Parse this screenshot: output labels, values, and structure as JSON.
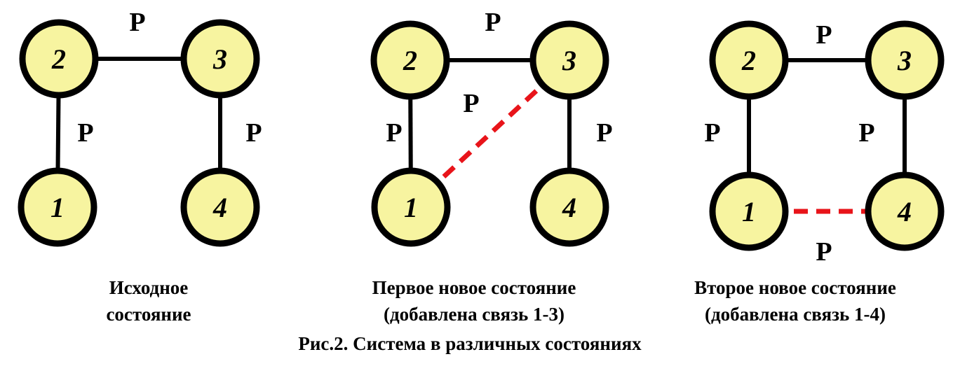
{
  "diagrams": [
    {
      "nodes": [
        "1",
        "2",
        "3",
        "4"
      ],
      "edges": [
        {
          "from": "2",
          "to": "3",
          "type": "solid",
          "label": "P"
        },
        {
          "from": "2",
          "to": "1",
          "type": "solid",
          "label": "P"
        },
        {
          "from": "3",
          "to": "4",
          "type": "solid",
          "label": "P"
        }
      ],
      "caption_lines": [
        "Исходное",
        "состояние"
      ]
    },
    {
      "nodes": [
        "1",
        "2",
        "3",
        "4"
      ],
      "edges": [
        {
          "from": "2",
          "to": "3",
          "type": "solid",
          "label": "P"
        },
        {
          "from": "2",
          "to": "1",
          "type": "solid",
          "label": "P"
        },
        {
          "from": "3",
          "to": "4",
          "type": "solid",
          "label": "P"
        },
        {
          "from": "1",
          "to": "3",
          "type": "dashed",
          "label": "P"
        }
      ],
      "caption_lines": [
        "Первое новое состояние",
        "(добавлена связь 1-3)"
      ]
    },
    {
      "nodes": [
        "1",
        "2",
        "3",
        "4"
      ],
      "edges": [
        {
          "from": "2",
          "to": "3",
          "type": "solid",
          "label": "P"
        },
        {
          "from": "2",
          "to": "1",
          "type": "solid",
          "label": "P"
        },
        {
          "from": "3",
          "to": "4",
          "type": "solid",
          "label": "P"
        },
        {
          "from": "1",
          "to": "4",
          "type": "dashed",
          "label": "P"
        }
      ],
      "caption_lines": [
        "Второе новое состояние",
        "(добавлена связь 1-4)"
      ]
    }
  ],
  "figure_caption": "Рис.2. Система в различных состояниях",
  "colors": {
    "node_fill": "#f7f4a0",
    "new_edge": "#e8141a",
    "edge": "#000000"
  }
}
